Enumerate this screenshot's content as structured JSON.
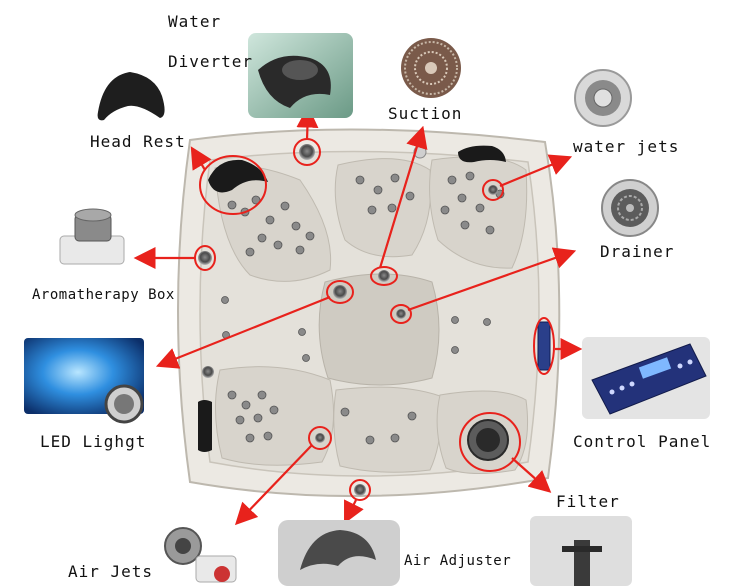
{
  "labels": {
    "water_diverter_line1": "Water",
    "water_diverter_line2": "Diverter",
    "suction": "Suction",
    "head_rest": "Head Rest",
    "water_jets": "water jets",
    "drainer": "Drainer",
    "aromatherapy_box": "Aromatherapy Box",
    "control_panel": "Control Panel",
    "led_light": "LED Lighgt",
    "filter": "Filter",
    "air_jets": "Air Jets",
    "air_adjuster": "Air Adjuster"
  },
  "colors": {
    "arrow": "#e8221c",
    "tub_shell": "#ece9e3",
    "tub_inner": "#d9d6cf",
    "label_text": "#111111"
  }
}
